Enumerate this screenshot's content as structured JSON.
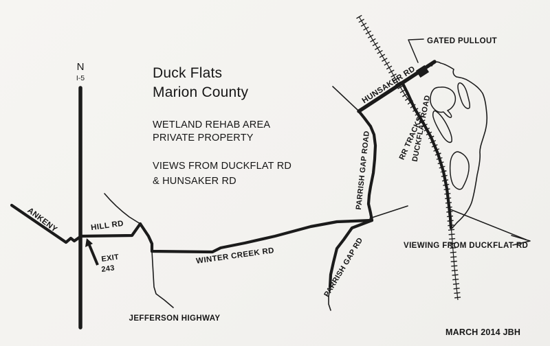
{
  "map": {
    "compass": {
      "north": "N",
      "interstate": "I-5"
    },
    "title": {
      "line1": "Duck Flats",
      "line2": "Marion County"
    },
    "notes": {
      "rehab_line1": "WETLAND REHAB AREA",
      "rehab_line2": "PRIVATE PROPERTY",
      "views_line1": "VIEWS FROM DUCKFLAT RD",
      "views_line2": "& HUNSAKER RD"
    },
    "labels": {
      "ankeny": "ANKENY",
      "hill_rd": "HILL RD",
      "exit_word": "EXIT",
      "exit_number": "243",
      "winter_creek": "WINTER CREEK RD",
      "jefferson": "JEFFERSON HIGHWAY",
      "parrish_upper": "PARRISH GAP ROAD",
      "parrish_lower": "PARRISH GAP RD",
      "hunsaker": "HUNSAKER RD",
      "rr_tracks": "RR TRACKS",
      "duckflat": "DUCKFLAT ROAD",
      "gated_pullout": "GATED PULLOUT",
      "viewing": "VIEWING FROM DUCKFLAT RD"
    },
    "credit": "MARCH 2014 JBH",
    "colors": {
      "ink": "#1b1b1b",
      "paper": "#f4f3f0"
    }
  }
}
